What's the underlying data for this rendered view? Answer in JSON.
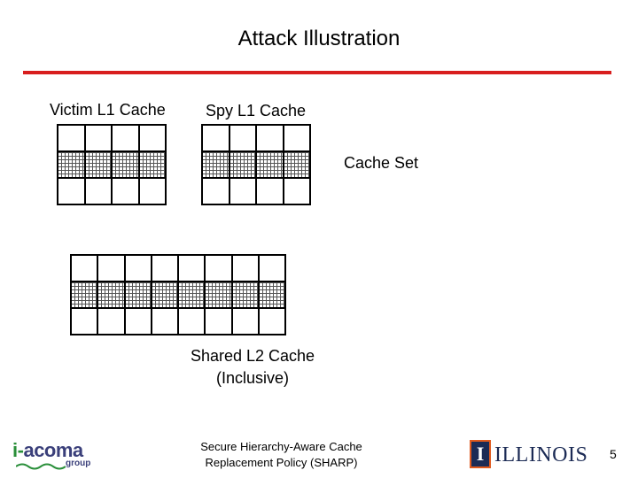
{
  "slide": {
    "title": "Attack Illustration",
    "page_number": "5",
    "footer": [
      "Secure Hierarchy-Aware Cache",
      "Replacement Policy (SHARP)"
    ]
  },
  "diagram": {
    "victim_label": "Victim L1 Cache",
    "spy_label": "Spy L1 Cache",
    "cache_set_label": "Cache Set",
    "l2_label": [
      "Shared L2 Cache",
      "(Inclusive)"
    ],
    "l1_ways": 4,
    "l2_ways": 8,
    "rows": 3,
    "set_row_index": 1
  },
  "logos": {
    "iacoma_i": "i-",
    "iacoma_name": "acoma",
    "iacoma_sub": "group",
    "illinois_block": "I",
    "illinois_text": "ILLINOIS"
  },
  "colors": {
    "rule": "#d81e1e",
    "illinois_blue": "#1c2b55",
    "illinois_orange": "#e05a1e"
  }
}
